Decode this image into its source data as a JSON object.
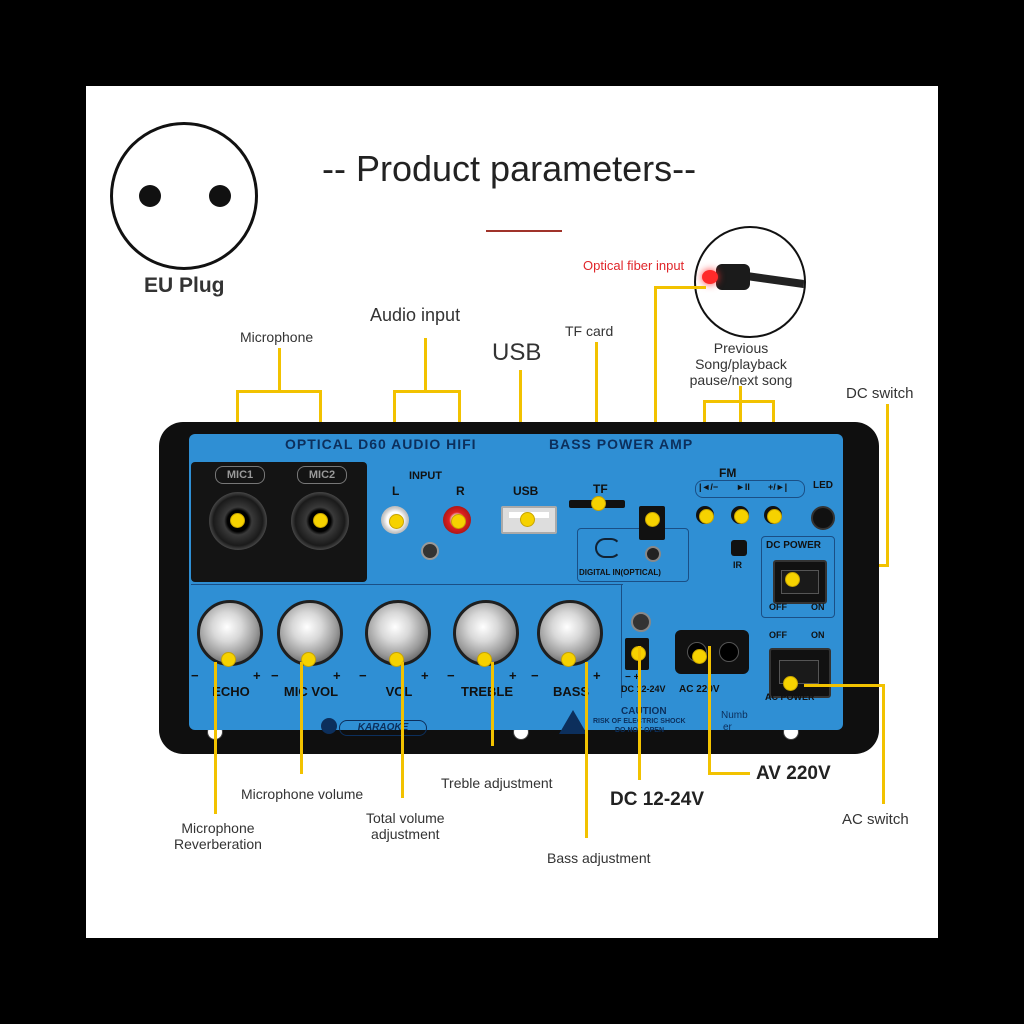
{
  "title": "-- Product parameters--",
  "plug": {
    "label": "EU Plug"
  },
  "callouts": {
    "optical_fiber": "Optical fiber input",
    "microphone": "Microphone",
    "audio_input": "Audio input",
    "usb": "USB",
    "tf_card": "TF card",
    "prev_next": [
      "Previous",
      "Song/playback",
      "pause/next song"
    ],
    "dc_switch": "DC switch",
    "mic_reverb": [
      "Microphone",
      "Reverberation"
    ],
    "mic_volume": "Microphone volume",
    "total_volume": [
      "Total volume",
      "adjustment"
    ],
    "treble": "Treble adjustment",
    "bass": "Bass adjustment",
    "dc_voltage": "DC 12-24V",
    "ac_voltage": "AV 220V",
    "ac_switch": "AC switch"
  },
  "panel": {
    "header_left": "OPTICAL D60 AUDIO HIFI",
    "header_right": "BASS POWER AMP",
    "mic1": "MIC1",
    "mic2": "MIC2",
    "input": "INPUT",
    "input_l": "L",
    "input_r": "R",
    "usb": "USB",
    "tf": "TF",
    "digital_in": "DIGITAL IN(OPTICAL)",
    "fm": "FM",
    "btn_prev": "|◄/−",
    "btn_play": "►II",
    "btn_next": "+/►|",
    "led": "LED",
    "ir": "IR",
    "dc_power": "DC POWER",
    "dc_off": "OFF",
    "dc_on": "ON",
    "ac_off": "OFF",
    "ac_on": "ON",
    "ac_power": "AC POWER",
    "knobs": [
      "ECHO",
      "MIC VOL",
      "VOL",
      "TREBLE",
      "BASS"
    ],
    "minus": "−",
    "plus": "+",
    "dc_range": "DC 12-24V",
    "ac_range": "AC 220V",
    "karaoke": "KARAOKE",
    "caution": "CAUTION",
    "caution_line1": "RISK OF ELECTRIC SHOCK",
    "caution_line2": "DO NOT OPEN",
    "numb": "Numb",
    "er": "er"
  },
  "colors": {
    "panel_blue": "#2f8fd4",
    "panel_black": "#0f0f0f",
    "callout_yellow": "#f2c200",
    "accent_red": "#e0262a",
    "title_red_rule": "#a0332a"
  }
}
